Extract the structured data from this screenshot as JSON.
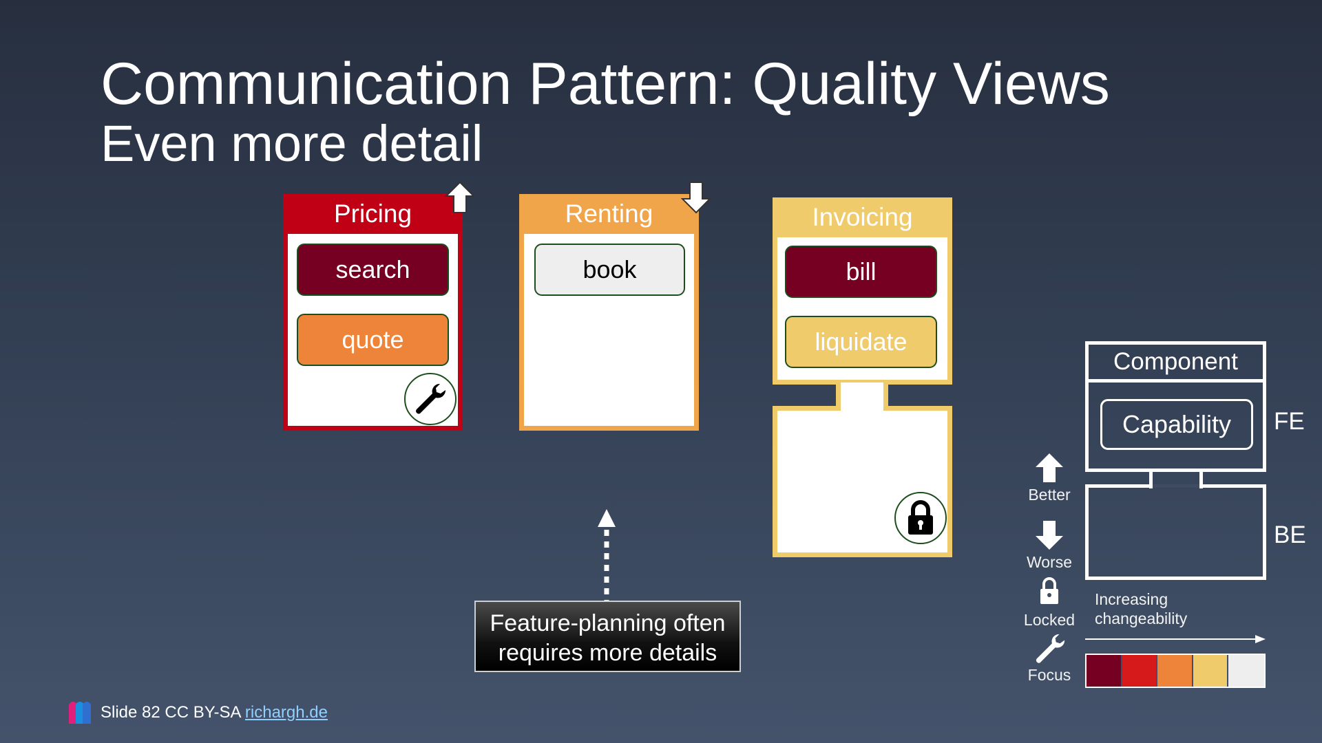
{
  "slide": {
    "title": "Communication Pattern: Quality Views",
    "subtitle": "Even more detail"
  },
  "components": [
    {
      "name": "Pricing",
      "head_color": "#c00014",
      "capabilities": [
        "search",
        "quote"
      ],
      "trend": "Better",
      "badge": "wrench-icon"
    },
    {
      "name": "Renting",
      "head_color": "#f0a54a",
      "capabilities": [
        "book"
      ],
      "trend": "Worse"
    },
    {
      "name": "Invoicing",
      "head_color": "#efcb6c",
      "capabilities": [
        "bill",
        "liquidate"
      ],
      "badge": "lock-icon"
    }
  ],
  "callout": {
    "text": "Feature-planning often requires more details"
  },
  "legend": {
    "component_label": "Component",
    "capability_label": "Capability",
    "fe_label": "FE",
    "be_label": "BE",
    "better_label": "Better",
    "worse_label": "Worse",
    "locked_label": "Locked",
    "focus_label": "Focus",
    "scale_label": "Increasing changeability",
    "scale_colors": [
      "#750021",
      "#d6191b",
      "#ee843a",
      "#efcb6c",
      "#eeeeee"
    ]
  },
  "footer": {
    "slide_text": "Slide 82 CC BY-SA",
    "link_text": "richargh.de"
  }
}
